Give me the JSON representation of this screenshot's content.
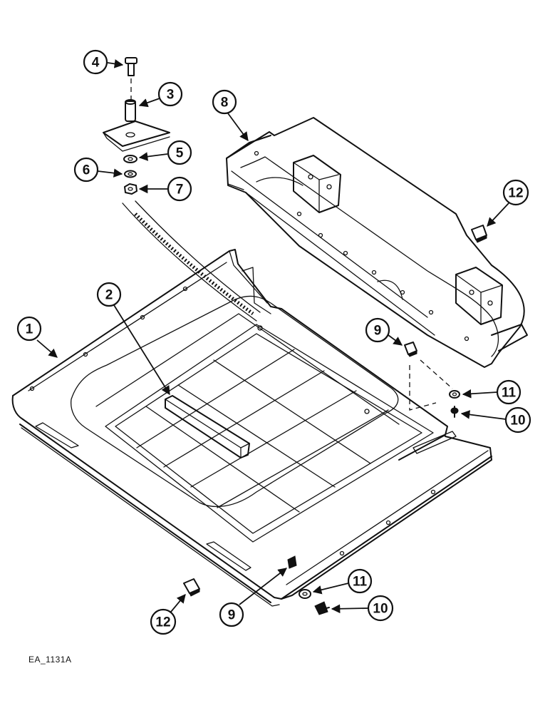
{
  "figure_ref": "EA_1131A",
  "callouts": {
    "c1": "1",
    "c2": "2",
    "c3": "3",
    "c4": "4",
    "c5": "5",
    "c6": "6",
    "c7": "7",
    "c8": "8",
    "c9a": "9",
    "c9b": "9",
    "c10a": "10",
    "c10b": "10",
    "c11a": "11",
    "c11b": "11",
    "c12a": "12",
    "c12b": "12"
  }
}
